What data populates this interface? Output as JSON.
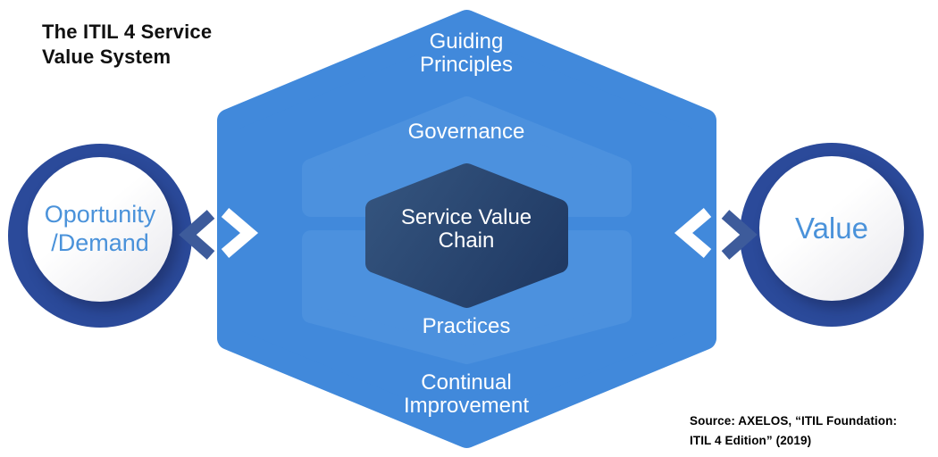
{
  "title": "The ITIL 4 Service\nValue System",
  "diagram": {
    "left_node": {
      "label": "Oportunity\n/Demand"
    },
    "right_node": {
      "label": "Value"
    },
    "svs_hexagon": {
      "guiding_principles": "Guiding\nPrinciples",
      "governance": "Governance",
      "service_value_chain": "Service Value\nChain",
      "practices": "Practices",
      "continual_improvement": "Continual\nImprovement"
    }
  },
  "source": "Source: AXELOS, “ITIL Foundation:\nITIL 4 Edition” (2019)",
  "colors": {
    "hexagon_blue": "#4189DB",
    "hexagon_ghost": "#4C91DE",
    "svc_hexagon_light": "#35557F",
    "svc_hexagon_dark": "#1D3660",
    "ring_blue": "#2B4A9A",
    "chevron_dark": "#3D5B9B",
    "chevron_white": "#FFFFFF",
    "node_text_blue": "#4A92DA",
    "title_black": "#101010"
  }
}
